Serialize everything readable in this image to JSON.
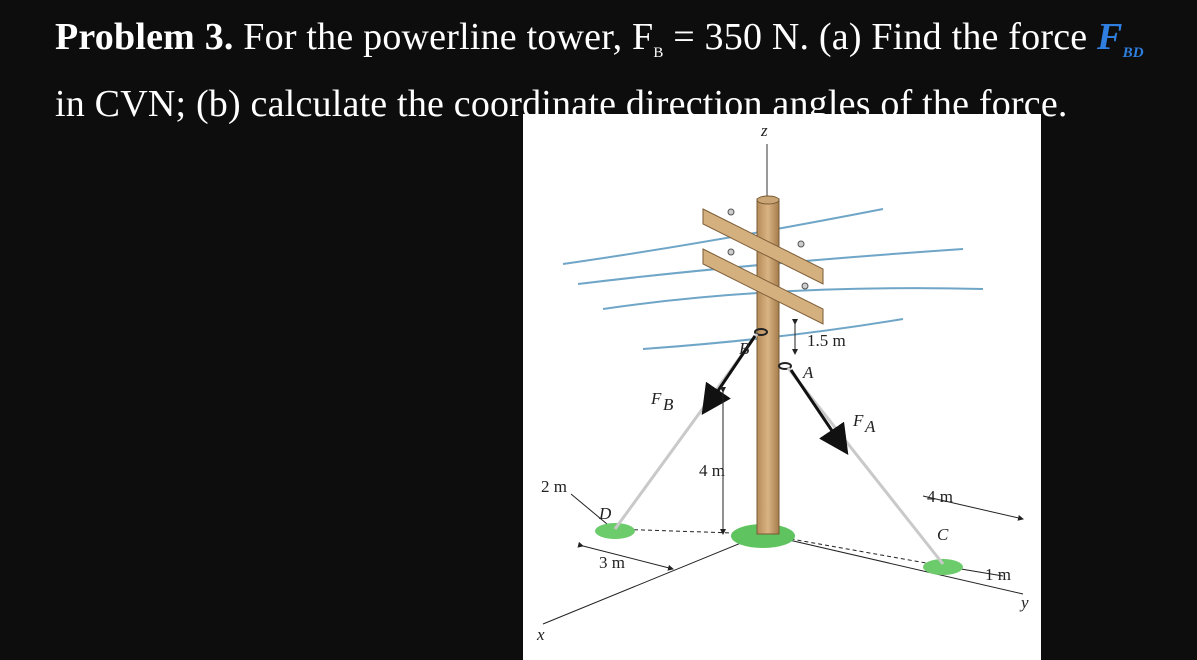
{
  "problem": {
    "heading": "Problem 3.",
    "text_1": " For the powerline tower, F",
    "sub_B": "B",
    "text_2": " = 350 N. (a) Find the force ",
    "force_symbol": "F",
    "sub_BD": "BD",
    "text_3": " in CVN; (b) calculate the coordinate direction angles of the force."
  },
  "figure": {
    "z_axis": "z",
    "x_axis": "x",
    "y_axis": "y",
    "point_B": "B",
    "point_A": "A",
    "point_D": "D",
    "point_C": "C",
    "force_B_main": "F",
    "force_B_sub": "B",
    "force_A_main": "F",
    "force_A_sub": "A",
    "dim_1_5m": "1.5 m",
    "dim_4m_pole": "4 m",
    "dim_2m": "2 m",
    "dim_3m": "3 m",
    "dim_4m_y": "4 m",
    "dim_1m": "1 m"
  }
}
